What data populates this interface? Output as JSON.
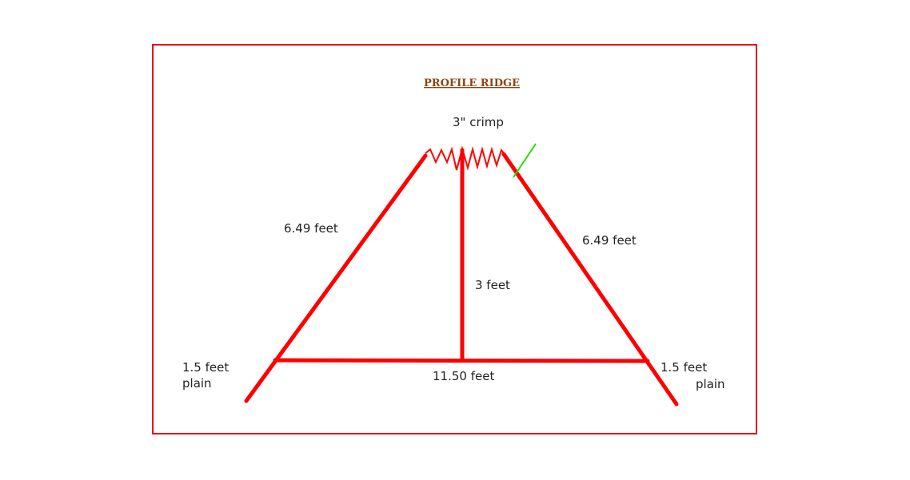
{
  "title": "PROFILE RIDGE",
  "labels": {
    "crimp": "3\" crimp",
    "left_slope": "6.49 feet",
    "right_slope": "6.49 feet",
    "height": "3 feet",
    "base": "11.50 feet",
    "left_plain_length": "1.5 feet",
    "left_plain_word": "plain",
    "right_plain_length": "1.5 feet",
    "right_plain_word": "plain"
  },
  "colors": {
    "frame": "#e8000b",
    "shape": "#ff0000",
    "crimp_marker": "#22e000",
    "title": "#8b4513",
    "text": "#222222"
  }
}
